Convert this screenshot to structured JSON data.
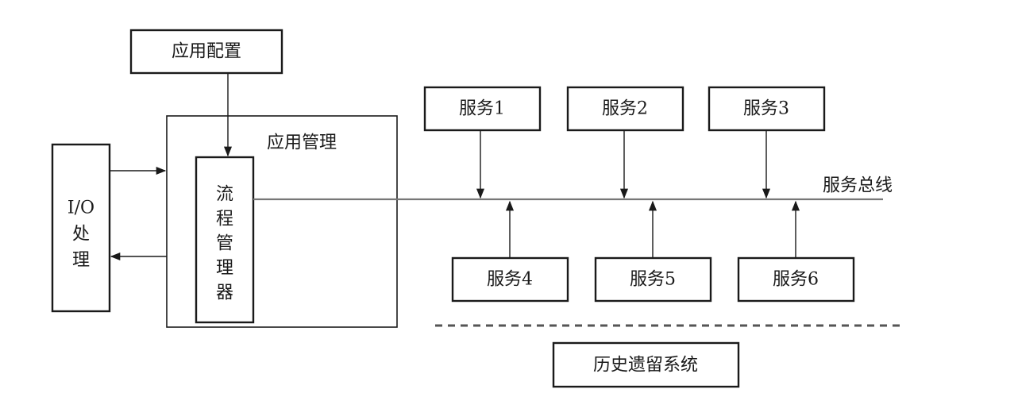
{
  "config": {
    "label": "应用配置"
  },
  "app_management": {
    "label": "应用管理"
  },
  "process_manager": {
    "chars": [
      "流",
      "程",
      "管",
      "理",
      "器"
    ]
  },
  "io": {
    "line1": "I/O",
    "line2": "处",
    "line3": "理"
  },
  "bus": {
    "label": "服务总线"
  },
  "services_top": [
    {
      "label": "服务1"
    },
    {
      "label": "服务2"
    },
    {
      "label": "服务3"
    }
  ],
  "services_bottom": [
    {
      "label": "服务4"
    },
    {
      "label": "服务5"
    },
    {
      "label": "服务6"
    }
  ],
  "legacy": {
    "label": "历史遗留系统"
  }
}
